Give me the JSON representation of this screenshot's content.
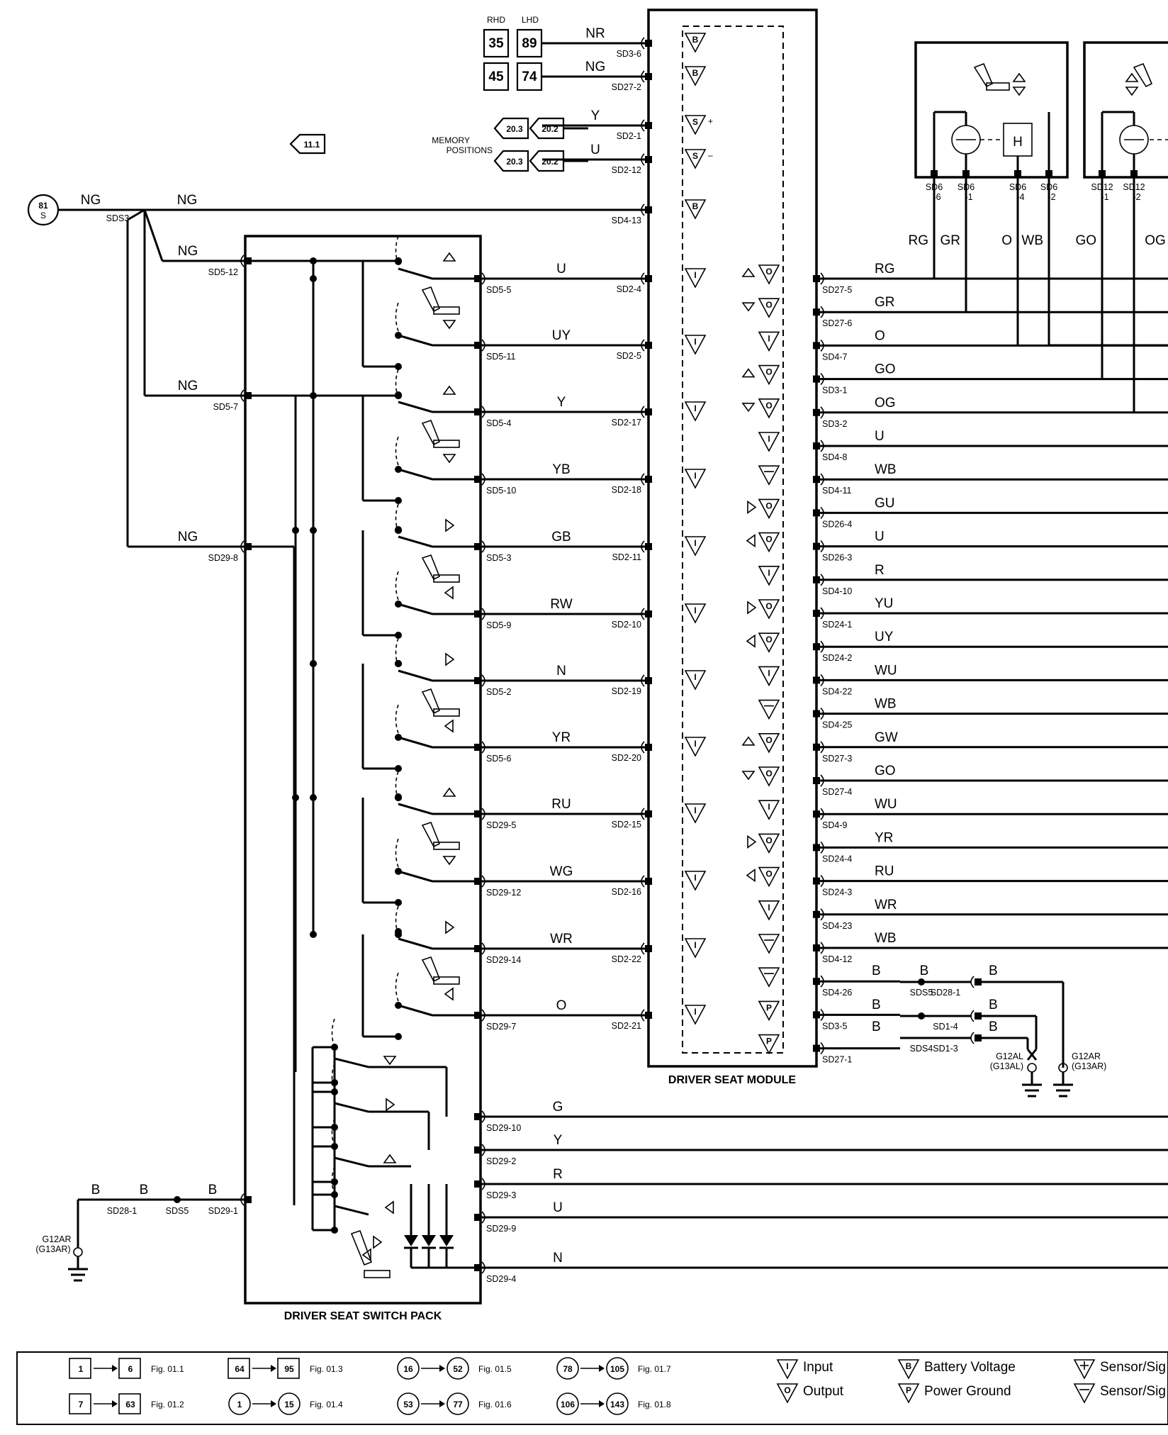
{
  "module": {
    "title": "DRIVER SEAT MODULE",
    "top_pins": [
      {
        "wire": "NR",
        "pin": "SD3-6",
        "sym": "B"
      },
      {
        "wire": "NG",
        "pin": "SD27-2",
        "sym": "B"
      },
      {
        "wire": "Y",
        "pin": "SD2-1",
        "sym": "S",
        "sign": "+"
      },
      {
        "wire": "U",
        "pin": "SD2-12",
        "sym": "S",
        "sign": "–"
      },
      {
        "wire": "",
        "pin": "SD4-13",
        "sym": "B"
      }
    ],
    "left_pins": [
      {
        "wire": "U",
        "pin": "SD2-4"
      },
      {
        "wire": "UY",
        "pin": "SD2-5"
      },
      {
        "wire": "Y",
        "pin": "SD2-17"
      },
      {
        "wire": "YB",
        "pin": "SD2-18"
      },
      {
        "wire": "GB",
        "pin": "SD2-11"
      },
      {
        "wire": "RW",
        "pin": "SD2-10"
      },
      {
        "wire": "N",
        "pin": "SD2-19"
      },
      {
        "wire": "YR",
        "pin": "SD2-20"
      },
      {
        "wire": "RU",
        "pin": "SD2-15"
      },
      {
        "wire": "WG",
        "pin": "SD2-16"
      },
      {
        "wire": "WR",
        "pin": "SD2-22"
      },
      {
        "wire": "O",
        "pin": "SD2-21"
      }
    ],
    "right_pins": [
      {
        "wire": "RG",
        "pin": "SD27-5",
        "sym": "O",
        "arrow": "up"
      },
      {
        "wire": "GR",
        "pin": "SD27-6",
        "sym": "O",
        "arrow": "down"
      },
      {
        "wire": "O",
        "pin": "SD4-7",
        "sym": "I"
      },
      {
        "wire": "GO",
        "pin": "SD3-1",
        "sym": "O",
        "arrow": "up"
      },
      {
        "wire": "OG",
        "pin": "SD3-2",
        "sym": "O",
        "arrow": "down"
      },
      {
        "wire": "U",
        "pin": "SD4-8",
        "sym": "I"
      },
      {
        "wire": "WB",
        "pin": "SD4-11",
        "sym": "-"
      },
      {
        "wire": "GU",
        "pin": "SD26-4",
        "sym": "O",
        "arrow": "right"
      },
      {
        "wire": "U",
        "pin": "SD26-3",
        "sym": "O",
        "arrow": "left"
      },
      {
        "wire": "R",
        "pin": "SD4-10",
        "sym": "I"
      },
      {
        "wire": "YU",
        "pin": "SD24-1",
        "sym": "O",
        "arrow": "right"
      },
      {
        "wire": "UY",
        "pin": "SD24-2",
        "sym": "O",
        "arrow": "left"
      },
      {
        "wire": "WU",
        "pin": "SD4-22",
        "sym": "I"
      },
      {
        "wire": "WB",
        "pin": "SD4-25",
        "sym": "-"
      },
      {
        "wire": "GW",
        "pin": "SD27-3",
        "sym": "O",
        "arrow": "up"
      },
      {
        "wire": "GO",
        "pin": "SD27-4",
        "sym": "O",
        "arrow": "down"
      },
      {
        "wire": "WU",
        "pin": "SD4-9",
        "sym": "I"
      },
      {
        "wire": "YR",
        "pin": "SD24-4",
        "sym": "O",
        "arrow": "right"
      },
      {
        "wire": "RU",
        "pin": "SD24-3",
        "sym": "O",
        "arrow": "left"
      },
      {
        "wire": "WR",
        "pin": "SD4-23",
        "sym": "I"
      },
      {
        "wire": "WB",
        "pin": "SD4-12",
        "sym": "-"
      },
      {
        "wire": "",
        "pin": "SD4-26",
        "sym": "-"
      },
      {
        "wire": "",
        "pin": "SD3-5",
        "sym": "P"
      },
      {
        "wire": "",
        "pin": "SD27-1",
        "sym": "P"
      }
    ]
  },
  "source_refs": {
    "rhd_label": "RHD",
    "lhd_label": "LHD",
    "row1": [
      "35",
      "89"
    ],
    "row2": [
      "45",
      "74"
    ],
    "memory_label_1": "MEMORY",
    "memory_label_2": "POSITIONS",
    "mem_tags": [
      "20.3",
      "20.2"
    ],
    "cross_ref": "11.1",
    "power_node": "81",
    "power_node_sub": "S",
    "splice": "SDS3",
    "feed_wire": "NG"
  },
  "switch_pack": {
    "title": "DRIVER SEAT SWITCH PACK",
    "feeds": [
      {
        "wire": "NG",
        "pin": "SD5-12"
      },
      {
        "wire": "NG",
        "pin": "SD5-7"
      },
      {
        "wire": "NG",
        "pin": "SD29-8"
      }
    ],
    "outputs": [
      {
        "wire": "U",
        "pin": "SD5-5"
      },
      {
        "wire": "UY",
        "pin": "SD5-11"
      },
      {
        "wire": "Y",
        "pin": "SD5-4"
      },
      {
        "wire": "YB",
        "pin": "SD5-10"
      },
      {
        "wire": "GB",
        "pin": "SD5-3"
      },
      {
        "wire": "RW",
        "pin": "SD5-9"
      },
      {
        "wire": "N",
        "pin": "SD5-2"
      },
      {
        "wire": "YR",
        "pin": "SD5-6"
      },
      {
        "wire": "RU",
        "pin": "SD29-5"
      },
      {
        "wire": "WG",
        "pin": "SD29-12"
      },
      {
        "wire": "WR",
        "pin": "SD29-14"
      },
      {
        "wire": "O",
        "pin": "SD29-7"
      }
    ],
    "lower_outputs": [
      {
        "wire": "G",
        "pin": "SD29-10"
      },
      {
        "wire": "Y",
        "pin": "SD29-2"
      },
      {
        "wire": "R",
        "pin": "SD29-3"
      },
      {
        "wire": "U",
        "pin": "SD29-9"
      },
      {
        "wire": "N",
        "pin": "SD29-4"
      }
    ],
    "ground": {
      "wire": "B",
      "conn": "SD28-1",
      "splice": "SDS5",
      "pin": "SD29-1",
      "point_1": "G12AR",
      "point_2": "(G13AR)"
    }
  },
  "grounds": {
    "rows": [
      {
        "wire": "B",
        "splice": "SDS5",
        "wire2": "B",
        "conn": "SD28-1",
        "wire3": "B"
      },
      {
        "wire": "B",
        "splice": "",
        "wire2": "",
        "conn": "SD1-4",
        "wire3": "B"
      },
      {
        "wire": "B",
        "splice": "SDS4",
        "wire2": "",
        "conn": "SD1-3",
        "wire3": "B"
      }
    ],
    "left_point": [
      "G12AL",
      "(G13AL)"
    ],
    "right_point": [
      "G12AR",
      "(G13AR)"
    ]
  },
  "motors": {
    "m1_pins": [
      {
        "pin": "SD6",
        "pin2": "-6",
        "wire": "RG"
      },
      {
        "pin": "SD6",
        "pin2": "-1",
        "wire": "GR"
      },
      {
        "pin": "SD6",
        "pin2": "-4",
        "wire": "O"
      },
      {
        "pin": "SD6",
        "pin2": "-2",
        "wire": "WB"
      }
    ],
    "m1_hall": "H",
    "m2_pins": [
      {
        "pin": "SD12",
        "pin2": "-1",
        "wire": "GO"
      },
      {
        "pin": "SD12",
        "pin2": "-2",
        "wire": "OG"
      }
    ]
  },
  "legend": {
    "figs": [
      {
        "from": "1",
        "to": "6",
        "fig": "Fig. 01.1"
      },
      {
        "from": "7",
        "to": "63",
        "fig": "Fig. 01.2"
      },
      {
        "from": "64",
        "to": "95",
        "fig": "Fig. 01.3"
      },
      {
        "from": "1",
        "to": "15",
        "fig": "Fig. 01.4"
      },
      {
        "from": "16",
        "to": "52",
        "fig": "Fig. 01.5"
      },
      {
        "from": "53",
        "to": "77",
        "fig": "Fig. 01.6"
      },
      {
        "from": "78",
        "to": "105",
        "fig": "Fig. 01.7"
      },
      {
        "from": "106",
        "to": "143",
        "fig": "Fig. 01.8"
      }
    ],
    "symbols": [
      {
        "sym": "I",
        "label": "Input"
      },
      {
        "sym": "O",
        "label": "Output"
      },
      {
        "sym": "B",
        "label": "Battery Voltage"
      },
      {
        "sym": "P",
        "label": "Power Ground"
      },
      {
        "sym": "+",
        "label": "Sensor/Sig"
      },
      {
        "sym": "-",
        "label": "Sensor/Sig"
      }
    ]
  }
}
